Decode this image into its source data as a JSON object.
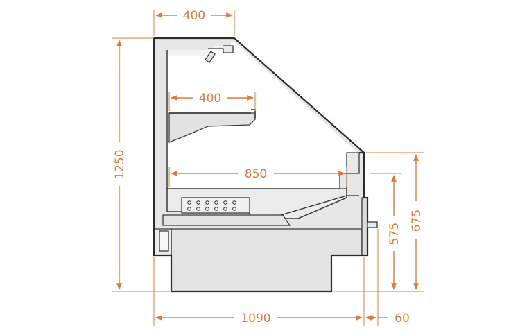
{
  "diagram": {
    "dimensions": {
      "top_width": "400",
      "shelf_depth": "400",
      "deck_depth": "850",
      "overall_height": "1250",
      "counter_height": "675",
      "base_height": "575",
      "overall_width": "1090",
      "ledge_depth": "60"
    },
    "colors": {
      "dimension": "#e07a3a",
      "outline": "#2b2b2b",
      "panel": "#e6e6e6"
    }
  }
}
